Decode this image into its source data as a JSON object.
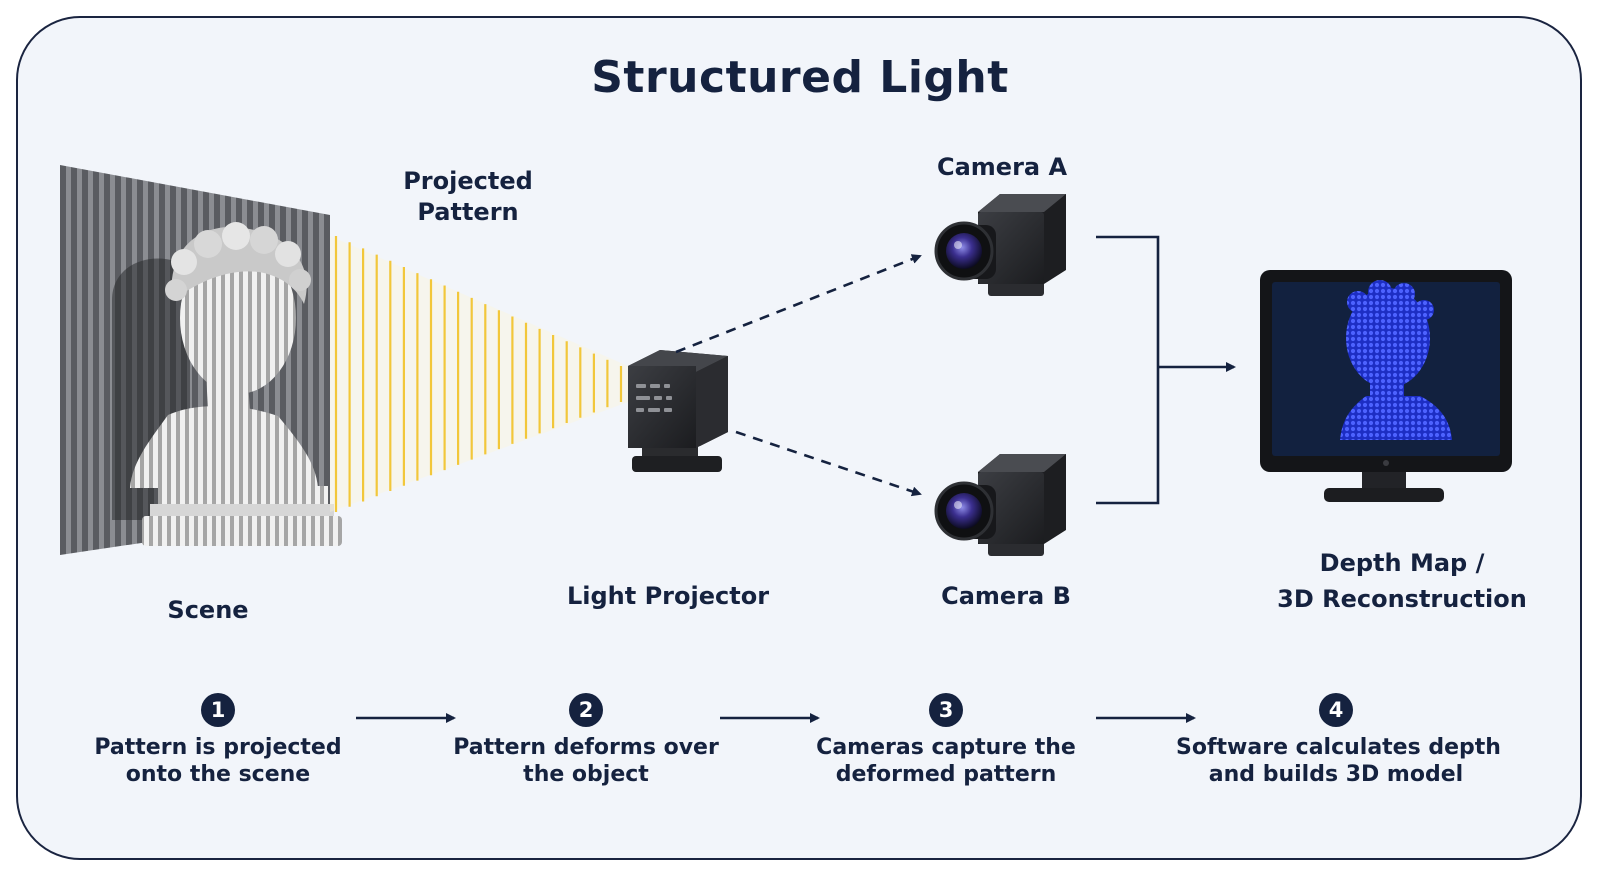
{
  "title": "Structured Light",
  "nodes": {
    "projected_pattern": [
      "Projected",
      "Pattern"
    ],
    "camera_a": "Camera A",
    "camera_b": "Camera B",
    "scene": "Scene",
    "light_projector": "Light Projector",
    "depth_map": [
      "Depth Map /",
      "3D Reconstruction"
    ]
  },
  "steps": [
    {
      "number": "1",
      "lines": [
        "Pattern is projected",
        "onto the scene"
      ]
    },
    {
      "number": "2",
      "lines": [
        "Pattern deforms over",
        "the object"
      ]
    },
    {
      "number": "3",
      "lines": [
        "Cameras capture the",
        "deformed pattern"
      ]
    },
    {
      "number": "4",
      "lines": [
        "Software calculates depth",
        "and builds 3D model"
      ]
    }
  ],
  "colors": {
    "ink": "#15223f",
    "pattern_beam": "#f2c73a",
    "point_cloud": "#2f45e8",
    "device_body": "#232427"
  },
  "icons": [
    "bust-statue-icon",
    "projector-icon",
    "camera-icon",
    "monitor-icon",
    "point-cloud-bust-icon"
  ]
}
